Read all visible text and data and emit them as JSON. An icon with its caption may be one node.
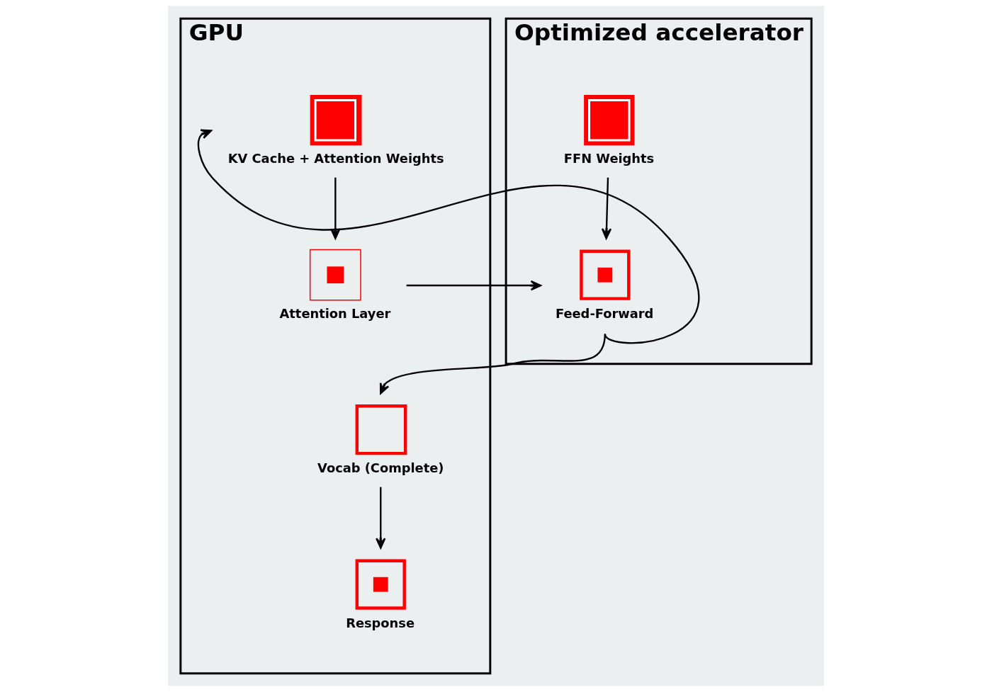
{
  "diagram": {
    "nodes": [
      {
        "text": [
          "GPU"
        ]
      },
      {
        "text": [
          "KV Cache + Attention Weights"
        ],
        "in": 0
      },
      {
        "text": [
          "Attention Layer"
        ],
        "in": 0
      },
      {
        "text": [
          "Vocab (Complete)"
        ],
        "in": 0
      },
      {
        "text": [
          "Response"
        ],
        "in": 0
      },
      {
        "text": [
          "Optimized accelerator"
        ]
      },
      {
        "text": [
          "FFN Weights"
        ],
        "in": 5
      },
      {
        "text": [
          "Feed-Forward"
        ],
        "in": 5
      }
    ],
    "edges": [
      {
        "from": 1,
        "to": 2,
        "arrow": "to"
      },
      {
        "from": 2,
        "to": 7,
        "arrow": "to"
      },
      {
        "from": 6,
        "to": 7,
        "arrow": "to"
      },
      {
        "from": 7,
        "to": 1,
        "arrow": "to"
      },
      {
        "from": 7,
        "to": 3,
        "arrow": "to"
      },
      {
        "from": 3,
        "to": 4,
        "arrow": "to"
      }
    ]
  }
}
